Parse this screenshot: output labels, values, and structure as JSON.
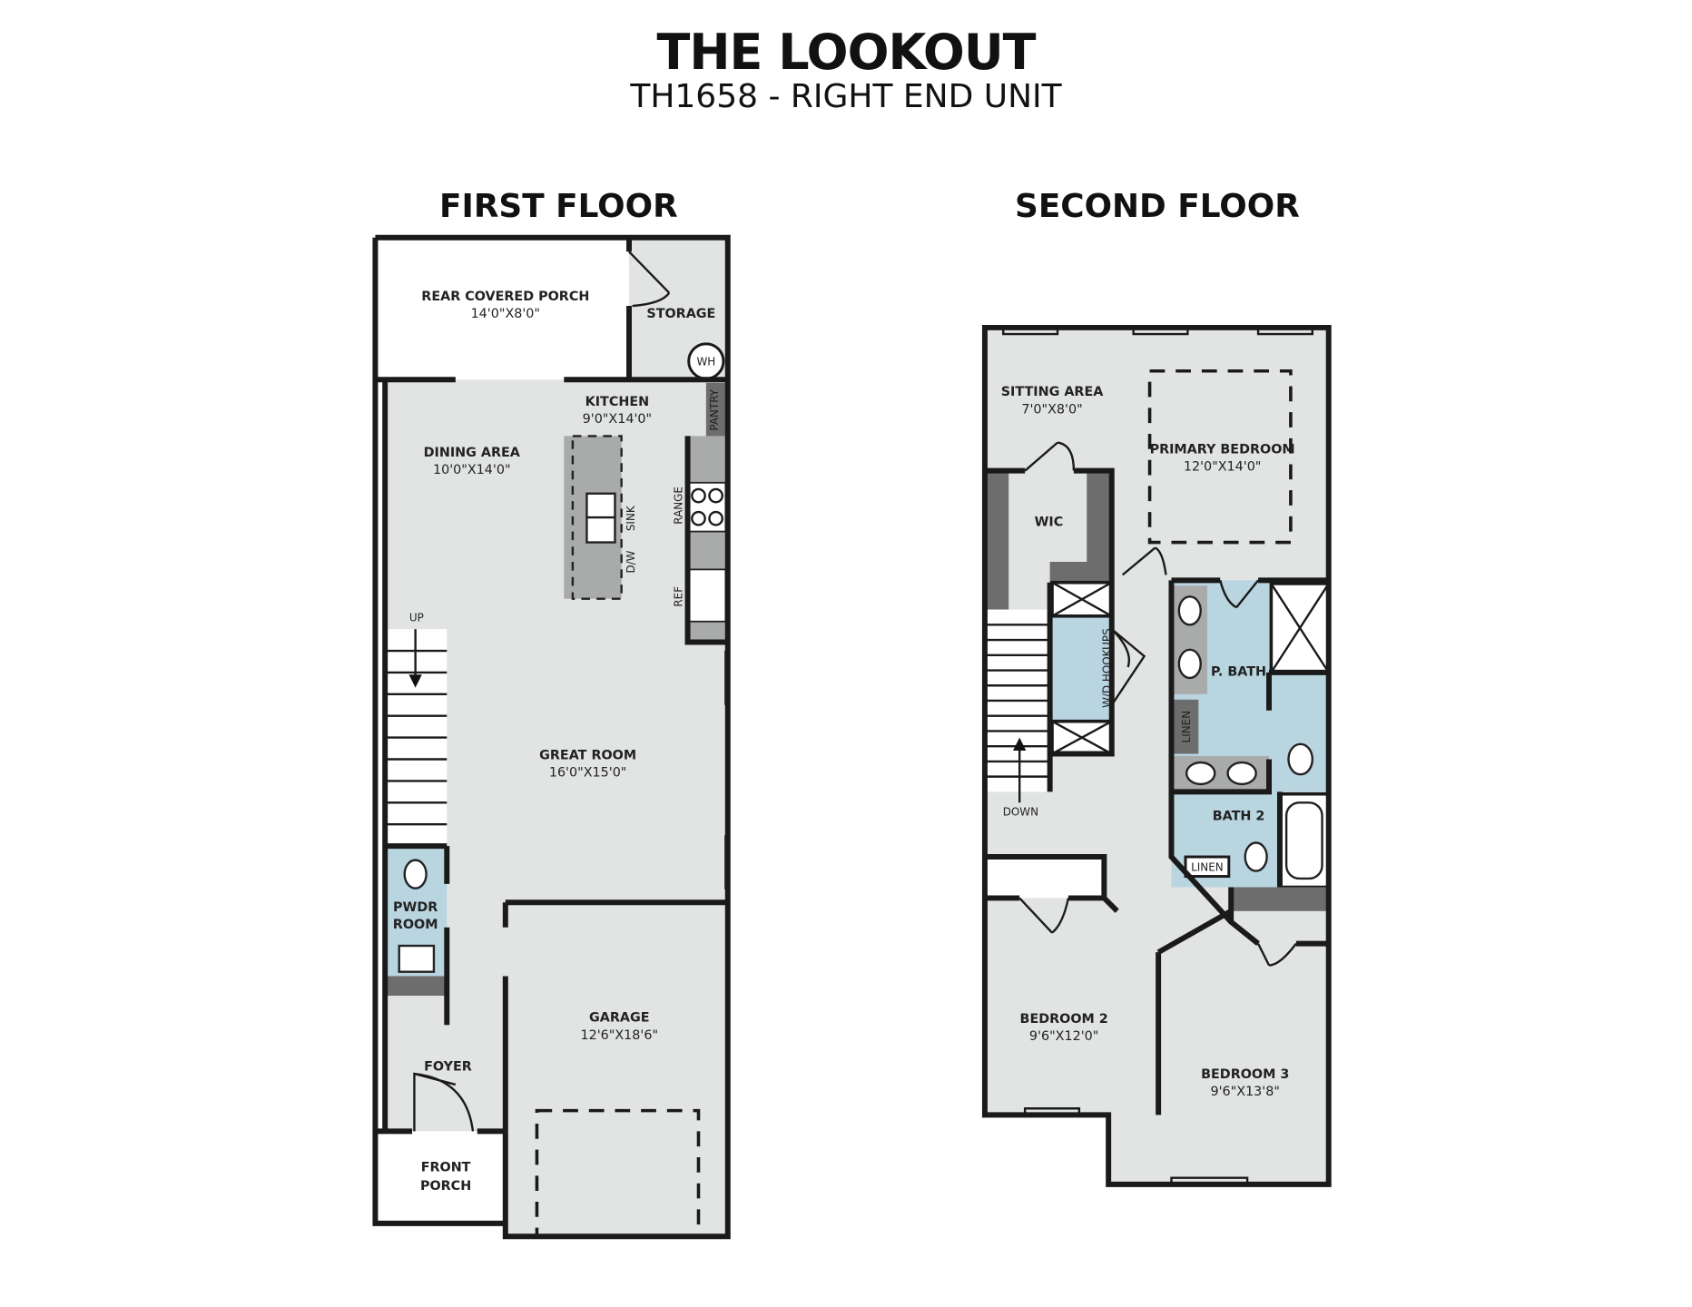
{
  "header": {
    "title": "THE LOOKOUT",
    "subtitle": "TH1658 - RIGHT END UNIT"
  },
  "colors": {
    "floor": "#e2e4e4",
    "bath": "#b9d5e0",
    "cabinet": "#a9aaaa",
    "shelving": "#6d6d6d",
    "wall": "#1a1a1a"
  },
  "first_floor": {
    "heading": "FIRST FLOOR",
    "rooms": {
      "rear_porch": {
        "name": "REAR COVERED PORCH",
        "size": "14'0\"X8'0\""
      },
      "storage": {
        "name": "STORAGE"
      },
      "wh": "WH",
      "kitchen": {
        "name": "KITCHEN",
        "size": "9'0\"X14'0\""
      },
      "pantry": "PANTRY",
      "dining": {
        "name": "DINING AREA",
        "size": "10'0\"X14'0\""
      },
      "sink": "SINK",
      "dw": "D/W",
      "range": "RANGE",
      "ref": "REF",
      "up": "UP",
      "great_room": {
        "name": "GREAT ROOM",
        "size": "16'0\"X15'0\""
      },
      "pwdr": {
        "line1": "PWDR",
        "line2": "ROOM"
      },
      "garage": {
        "name": "GARAGE",
        "size": "12'6\"X18'6\""
      },
      "foyer": {
        "name": "FOYER"
      },
      "front_porch": {
        "line1": "FRONT",
        "line2": "PORCH"
      }
    }
  },
  "second_floor": {
    "heading": "SECOND FLOOR",
    "rooms": {
      "sitting": {
        "name": "SITTING AREA",
        "size": "7'0\"X8'0\""
      },
      "primary": {
        "name": "PRIMARY BEDROOM",
        "size": "12'0\"X14'0\""
      },
      "wic": "WIC",
      "wd": "W/D HOOKUPS",
      "pbath": "P. BATH",
      "linen1": "LINEN",
      "linen2": "LINEN",
      "down": "DOWN",
      "bath2": "BATH 2",
      "bedroom2": {
        "name": "BEDROOM 2",
        "size": "9'6\"X12'0\""
      },
      "bedroom3": {
        "name": "BEDROOM 3",
        "size": "9'6\"X13'8\""
      }
    }
  }
}
